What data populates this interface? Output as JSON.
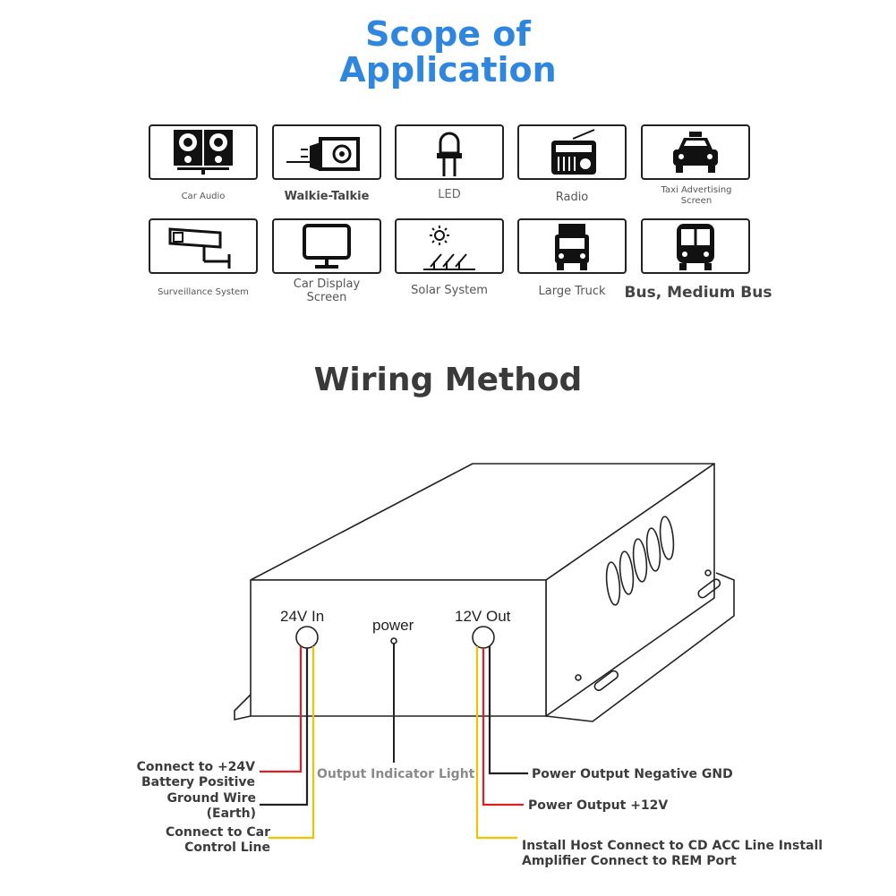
{
  "header": {
    "title_line1": "Scope of",
    "title_line2": "Application"
  },
  "applications": [
    {
      "label": "Car Audio",
      "icon": "speaker-icon"
    },
    {
      "label": "Walkie-Talkie",
      "icon": "walkie-talkie-icon"
    },
    {
      "label": "LED",
      "icon": "led-icon"
    },
    {
      "label": "Radio",
      "icon": "radio-icon"
    },
    {
      "label": "Taxi Advertising Screen",
      "icon": "taxi-icon"
    },
    {
      "label": "Surveillance System",
      "icon": "camera-icon"
    },
    {
      "label": "Car Display Screen",
      "icon": "monitor-icon"
    },
    {
      "label": "Solar System",
      "icon": "solar-icon"
    },
    {
      "label": "Large Truck",
      "icon": "truck-icon"
    },
    {
      "label": "Bus, Medium Bus",
      "icon": "bus-icon"
    }
  ],
  "wiring": {
    "title": "Wiring Method",
    "ports": {
      "input": "24V In",
      "power": "power",
      "output": "12V Out"
    },
    "labels": {
      "battery_positive": "Connect to +24V Battery Positive",
      "ground": "Ground Wire (Earth)",
      "car_control": "Connect to Car Control Line",
      "indicator": "Output Indicator Light",
      "negative_gnd": "Power Output Negative GND",
      "output_12v": "Power Output +12V",
      "acc_line": "Install Host Connect to CD ACC Line Install Amplifier Connect to REM Port"
    },
    "wire_colors": {
      "red": "#e02020",
      "black": "#222222",
      "yellow": "#f2c200"
    }
  },
  "colors": {
    "title_blue": "#2f86df"
  }
}
